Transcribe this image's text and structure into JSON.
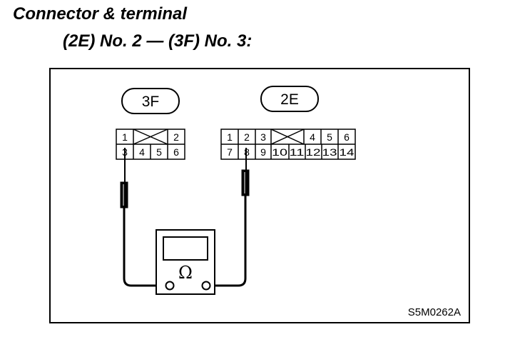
{
  "title": {
    "line1": "Connector & terminal",
    "line2": "(2E) No. 2 — (3F) No. 3:"
  },
  "connectors": {
    "c3f": {
      "label": "3F",
      "row1": [
        "1",
        "",
        "2"
      ],
      "row2": [
        "3",
        "4",
        "5",
        "6"
      ]
    },
    "c2e": {
      "label": "2E",
      "row1": [
        "1",
        "2",
        "3",
        "",
        "4",
        "5",
        "6"
      ],
      "row2": [
        "7",
        "8",
        "9",
        "10",
        "11",
        "12",
        "13",
        "14"
      ]
    }
  },
  "meter": {
    "unit_symbol": "Ω",
    "icon": "ohmmeter-icon"
  },
  "figure_code": "S5M0262A"
}
